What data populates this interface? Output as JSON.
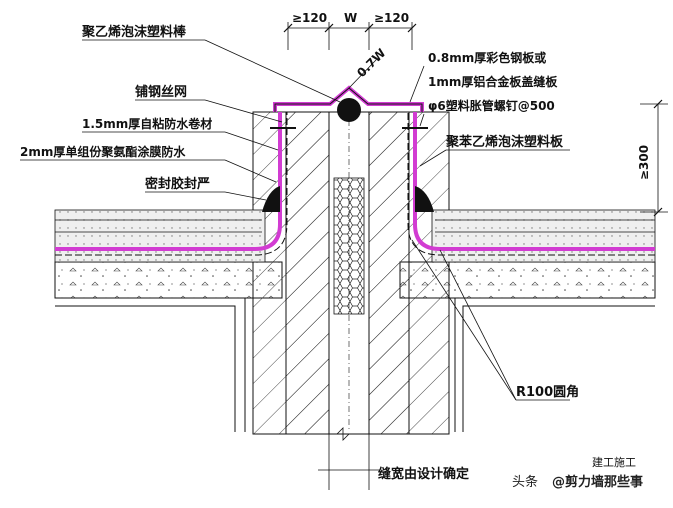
{
  "labels": {
    "foam_rod_top": "聚乙烯泡沫塑料棒",
    "steel_wire_mesh": "铺钢丝网",
    "self_adhesive_membrane": "1.5mm厚自粘防水卷材",
    "polyurethane_coating": "2mm厚单组份聚氨酯涂膜防水",
    "sealant": "密封胶封严",
    "cover_plate_line1": "0.8mm厚彩色钢板或",
    "cover_plate_line2": "1mm厚铝合金板盖缝板",
    "expansion_nail": "φ6塑料胀管螺钉@500",
    "polystyrene_board": "聚苯乙烯泡沫塑料板",
    "fillet": "R100圆角",
    "joint_width": "缝宽由设计确定"
  },
  "dimensions": {
    "left": "≥120",
    "middle": "W",
    "right": "≥120",
    "diagonal": "0.7W",
    "height": "≥300"
  },
  "watermark": {
    "prefix": "头条",
    "handle": "@剪力墙那些事",
    "faint": "建工施工"
  },
  "colors": {
    "membrane": "#d23cd2",
    "line": "#111111",
    "insulation": "#e6e6e6"
  }
}
